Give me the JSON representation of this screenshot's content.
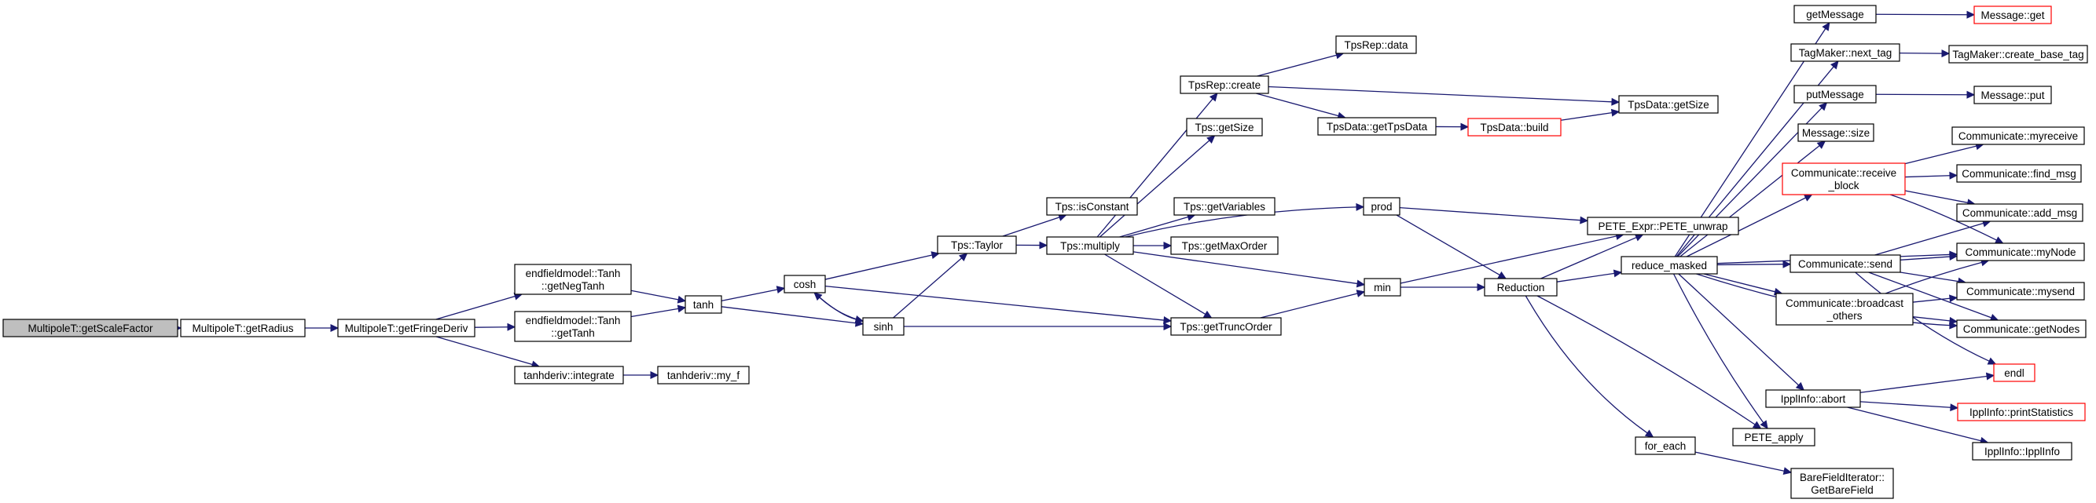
{
  "colors": {
    "edge": "#191970",
    "node_border": "#000000",
    "node_border_truncated": "#ff0000",
    "node_fill": "#ffffff",
    "root_fill": "#bfbfbf"
  },
  "nodes": [
    {
      "id": "getScaleFactor",
      "lines": [
        "MultipoleT::getScaleFactor"
      ],
      "root": true
    },
    {
      "id": "getRadius",
      "lines": [
        "MultipoleT::getRadius"
      ]
    },
    {
      "id": "getFringeDeriv",
      "lines": [
        "MultipoleT::getFringeDeriv"
      ]
    },
    {
      "id": "getNegTanh",
      "lines": [
        "endfieldmodel::Tanh",
        "::getNegTanh"
      ]
    },
    {
      "id": "getTanh",
      "lines": [
        "endfieldmodel::Tanh",
        "::getTanh"
      ]
    },
    {
      "id": "integrate",
      "lines": [
        "tanhderiv::integrate"
      ]
    },
    {
      "id": "my_f",
      "lines": [
        "tanhderiv::my_f"
      ]
    },
    {
      "id": "tanh",
      "lines": [
        "tanh"
      ]
    },
    {
      "id": "cosh",
      "lines": [
        "cosh"
      ]
    },
    {
      "id": "sinh",
      "lines": [
        "sinh"
      ]
    },
    {
      "id": "taylor",
      "lines": [
        "Tps::Taylor"
      ]
    },
    {
      "id": "isConstant",
      "lines": [
        "Tps::isConstant"
      ]
    },
    {
      "id": "multiply",
      "lines": [
        "Tps::multiply"
      ]
    },
    {
      "id": "tpsrep_create",
      "lines": [
        "TpsRep::create"
      ]
    },
    {
      "id": "tpsrep_data",
      "lines": [
        "TpsRep::data"
      ]
    },
    {
      "id": "tps_getSize",
      "lines": [
        "Tps::getSize"
      ]
    },
    {
      "id": "getVariables",
      "lines": [
        "Tps::getVariables"
      ]
    },
    {
      "id": "getMaxOrder",
      "lines": [
        "Tps::getMaxOrder"
      ]
    },
    {
      "id": "getTruncOrder",
      "lines": [
        "Tps::getTruncOrder"
      ]
    },
    {
      "id": "getTpsData",
      "lines": [
        "TpsData::getTpsData"
      ]
    },
    {
      "id": "tpsdata_build",
      "lines": [
        "TpsData::build"
      ],
      "truncated": true
    },
    {
      "id": "tpsdata_getSize",
      "lines": [
        "TpsData::getSize"
      ]
    },
    {
      "id": "prod",
      "lines": [
        "prod"
      ]
    },
    {
      "id": "min",
      "lines": [
        "min"
      ]
    },
    {
      "id": "pete_unwrap",
      "lines": [
        "PETE_Expr::PETE_unwrap"
      ]
    },
    {
      "id": "reduction",
      "lines": [
        "Reduction"
      ]
    },
    {
      "id": "reduce_masked",
      "lines": [
        "reduce_masked"
      ]
    },
    {
      "id": "for_each",
      "lines": [
        "for_each"
      ]
    },
    {
      "id": "getBareField",
      "lines": [
        "BareFieldIterator::",
        "GetBareField"
      ]
    },
    {
      "id": "getMessage",
      "lines": [
        "getMessage"
      ]
    },
    {
      "id": "message_get",
      "lines": [
        "Message::get"
      ],
      "truncated": true
    },
    {
      "id": "next_tag",
      "lines": [
        "TagMaker::next_tag"
      ]
    },
    {
      "id": "create_base_tag",
      "lines": [
        "TagMaker::create_base_tag"
      ]
    },
    {
      "id": "putMessage",
      "lines": [
        "putMessage"
      ]
    },
    {
      "id": "message_put",
      "lines": [
        "Message::put"
      ]
    },
    {
      "id": "message_size",
      "lines": [
        "Message::size"
      ]
    },
    {
      "id": "receive_block",
      "lines": [
        "Communicate::receive",
        "_block"
      ],
      "truncated": true
    },
    {
      "id": "myreceive",
      "lines": [
        "Communicate::myreceive"
      ]
    },
    {
      "id": "find_msg",
      "lines": [
        "Communicate::find_msg"
      ]
    },
    {
      "id": "add_msg",
      "lines": [
        "Communicate::add_msg"
      ]
    },
    {
      "id": "myNode",
      "lines": [
        "Communicate::myNode"
      ]
    },
    {
      "id": "comm_send",
      "lines": [
        "Communicate::send"
      ]
    },
    {
      "id": "mysend",
      "lines": [
        "Communicate::mysend"
      ]
    },
    {
      "id": "broadcast_others",
      "lines": [
        "Communicate::broadcast",
        "_others"
      ]
    },
    {
      "id": "getNodes",
      "lines": [
        "Communicate::getNodes"
      ]
    },
    {
      "id": "endl",
      "lines": [
        "endl"
      ],
      "truncated": true
    },
    {
      "id": "ippl_abort",
      "lines": [
        "IpplInfo::abort"
      ]
    },
    {
      "id": "printStatistics",
      "lines": [
        "IpplInfo::printStatistics"
      ],
      "truncated": true
    },
    {
      "id": "ipplinfo_ctor",
      "lines": [
        "IpplInfo::IpplInfo"
      ]
    },
    {
      "id": "pete_apply",
      "lines": [
        "PETE_apply"
      ]
    }
  ],
  "edges": [
    [
      "getScaleFactor",
      "getRadius"
    ],
    [
      "getRadius",
      "getFringeDeriv"
    ],
    [
      "getFringeDeriv",
      "getNegTanh"
    ],
    [
      "getFringeDeriv",
      "getTanh"
    ],
    [
      "getFringeDeriv",
      "integrate"
    ],
    [
      "integrate",
      "my_f"
    ],
    [
      "getNegTanh",
      "tanh"
    ],
    [
      "getTanh",
      "tanh"
    ],
    [
      "tanh",
      "cosh"
    ],
    [
      "tanh",
      "sinh"
    ],
    [
      "cosh",
      "sinh"
    ],
    [
      "sinh",
      "cosh"
    ],
    [
      "cosh",
      "taylor"
    ],
    [
      "cosh",
      "getTruncOrder"
    ],
    [
      "sinh",
      "taylor"
    ],
    [
      "sinh",
      "getTruncOrder"
    ],
    [
      "taylor",
      "isConstant"
    ],
    [
      "taylor",
      "multiply"
    ],
    [
      "multiply",
      "tpsrep_create"
    ],
    [
      "multiply",
      "tps_getSize"
    ],
    [
      "multiply",
      "getVariables"
    ],
    [
      "multiply",
      "getMaxOrder"
    ],
    [
      "multiply",
      "getTruncOrder"
    ],
    [
      "multiply",
      "prod"
    ],
    [
      "multiply",
      "min"
    ],
    [
      "tpsrep_create",
      "tpsrep_data"
    ],
    [
      "tpsrep_create",
      "getTpsData"
    ],
    [
      "tpsrep_create",
      "tpsdata_getSize"
    ],
    [
      "getTpsData",
      "tpsdata_build"
    ],
    [
      "tpsdata_build",
      "tpsdata_getSize"
    ],
    [
      "getTruncOrder",
      "min"
    ],
    [
      "prod",
      "pete_unwrap"
    ],
    [
      "prod",
      "reduction"
    ],
    [
      "min",
      "pete_unwrap"
    ],
    [
      "min",
      "reduction"
    ],
    [
      "reduction",
      "pete_unwrap"
    ],
    [
      "reduction",
      "reduce_masked"
    ],
    [
      "reduction",
      "for_each"
    ],
    [
      "reduction",
      "pete_apply"
    ],
    [
      "for_each",
      "getBareField"
    ],
    [
      "reduce_masked",
      "getMessage"
    ],
    [
      "reduce_masked",
      "next_tag"
    ],
    [
      "reduce_masked",
      "putMessage"
    ],
    [
      "reduce_masked",
      "message_size"
    ],
    [
      "reduce_masked",
      "receive_block"
    ],
    [
      "reduce_masked",
      "myNode"
    ],
    [
      "reduce_masked",
      "comm_send"
    ],
    [
      "reduce_masked",
      "broadcast_others"
    ],
    [
      "reduce_masked",
      "getNodes"
    ],
    [
      "reduce_masked",
      "ippl_abort"
    ],
    [
      "reduce_masked",
      "pete_apply"
    ],
    [
      "getMessage",
      "message_get"
    ],
    [
      "next_tag",
      "create_base_tag"
    ],
    [
      "putMessage",
      "message_put"
    ],
    [
      "receive_block",
      "myreceive"
    ],
    [
      "receive_block",
      "find_msg"
    ],
    [
      "receive_block",
      "add_msg"
    ],
    [
      "receive_block",
      "myNode"
    ],
    [
      "comm_send",
      "add_msg"
    ],
    [
      "comm_send",
      "myNode"
    ],
    [
      "comm_send",
      "mysend"
    ],
    [
      "comm_send",
      "getNodes"
    ],
    [
      "comm_send",
      "endl"
    ],
    [
      "broadcast_others",
      "myNode"
    ],
    [
      "broadcast_others",
      "mysend"
    ],
    [
      "broadcast_others",
      "getNodes"
    ],
    [
      "ippl_abort",
      "endl"
    ],
    [
      "ippl_abort",
      "printStatistics"
    ],
    [
      "ippl_abort",
      "ipplinfo_ctor"
    ]
  ]
}
